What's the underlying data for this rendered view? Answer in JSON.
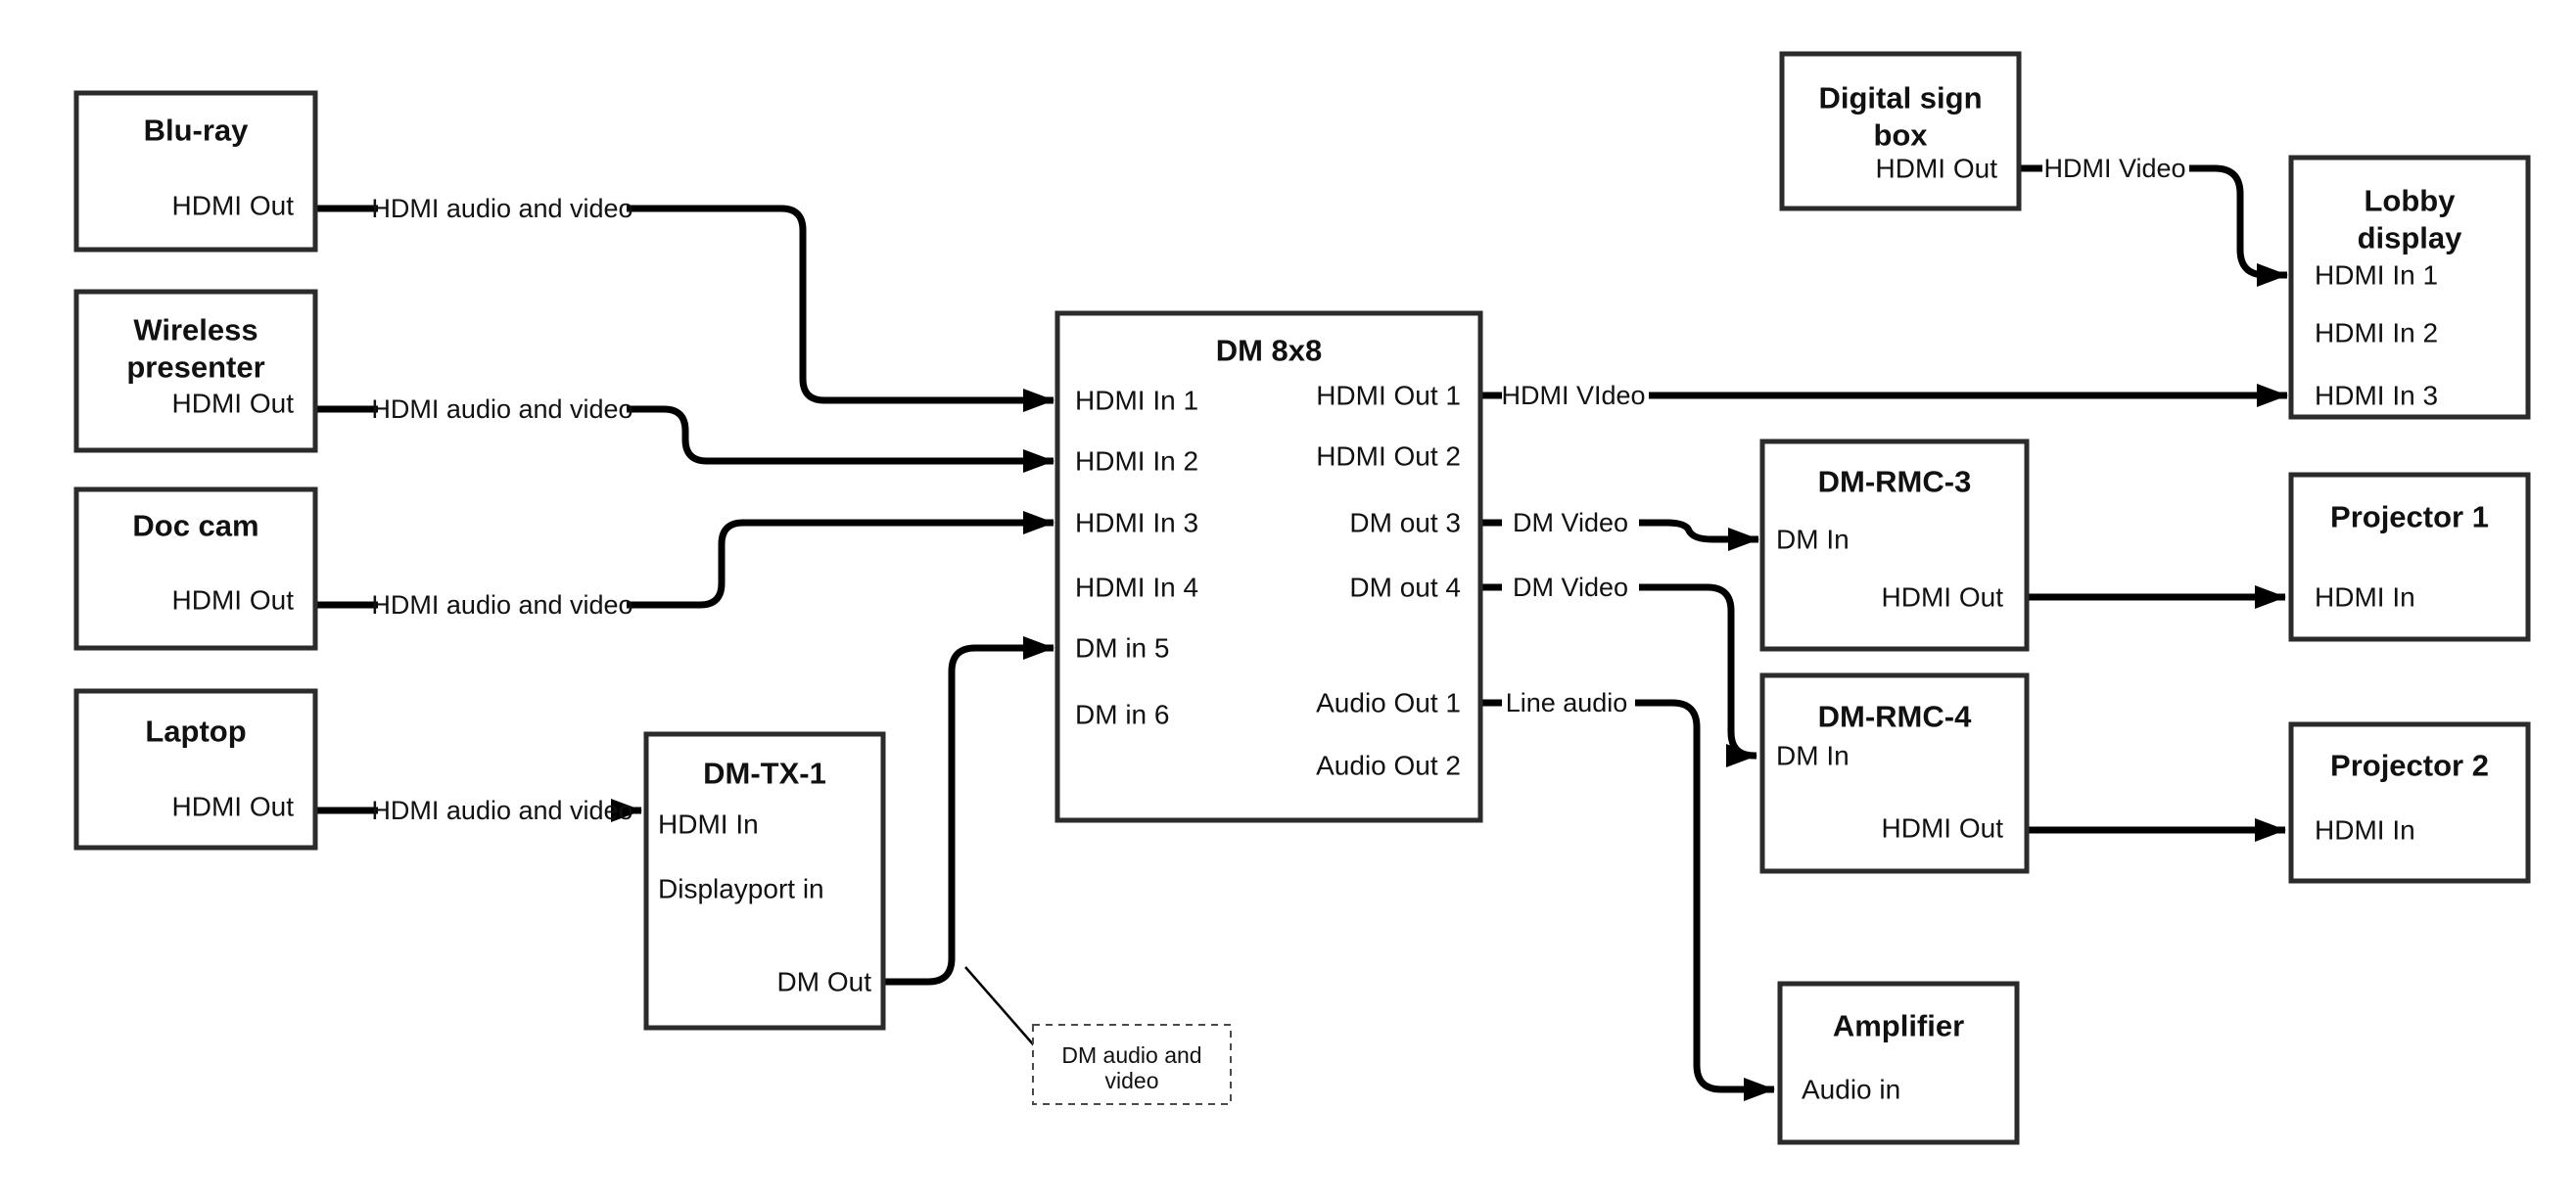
{
  "diagram": {
    "colors": {
      "background": "#ffffff",
      "box_border": "#2b2b2b",
      "box_fill": "#ffffff",
      "wire": "#000000",
      "text": "#111111"
    },
    "nodes": {
      "bluray": {
        "title": "Blu-ray",
        "port_hdmi_out": "HDMI Out"
      },
      "wireless_presenter": {
        "title_line1": "Wireless",
        "title_line2": "presenter",
        "port_hdmi_out": "HDMI Out"
      },
      "doc_cam": {
        "title": "Doc cam",
        "port_hdmi_out": "HDMI Out"
      },
      "laptop": {
        "title": "Laptop",
        "port_hdmi_out": "HDMI Out"
      },
      "dm_tx_1": {
        "title": "DM-TX-1",
        "port_hdmi_in": "HDMI In",
        "port_displayport_in": "Displayport in",
        "port_dm_out": "DM Out"
      },
      "dm_8x8": {
        "title": "DM 8x8",
        "in1": "HDMI In 1",
        "in2": "HDMI In 2",
        "in3": "HDMI In 3",
        "in4": "HDMI In 4",
        "in5": "DM in 5",
        "in6": "DM in 6",
        "out1": "HDMI Out 1",
        "out2": "HDMI Out 2",
        "out3": "DM out 3",
        "out4": "DM out 4",
        "aout1": "Audio Out 1",
        "aout2": "Audio Out 2"
      },
      "digital_sign_box": {
        "title_line1": "Digital sign",
        "title_line2": "box",
        "port_hdmi_out": "HDMI Out"
      },
      "lobby_display": {
        "title_line1": "Lobby",
        "title_line2": "display",
        "in1": "HDMI In 1",
        "in2": "HDMI In 2",
        "in3": "HDMI In 3"
      },
      "dm_rmc_3": {
        "title": "DM-RMC-3",
        "port_dm_in": "DM In",
        "port_hdmi_out": "HDMI Out"
      },
      "projector_1": {
        "title": "Projector 1",
        "port_hdmi_in": "HDMI In"
      },
      "dm_rmc_4": {
        "title": "DM-RMC-4",
        "port_dm_in": "DM In",
        "port_hdmi_out": "HDMI Out"
      },
      "projector_2": {
        "title": "Projector 2",
        "port_hdmi_in": "HDMI In"
      },
      "amplifier": {
        "title": "Amplifier",
        "port_audio_in": "Audio in"
      }
    },
    "wire_labels": {
      "bluray_to_dm8x8": "HDMI audio and video",
      "wireless_to_dm8x8": "HDMI audio and video",
      "doccam_to_dm8x8": "HDMI audio and video",
      "laptop_to_dmtx1": "HDMI audio and video",
      "hdmiout1_to_lobby": "HDMI VIdeo",
      "dmout3_to_rmc3": "DM Video",
      "dmout4_to_rmc4": "DM Video",
      "audioout1_to_amp": "Line audio",
      "digisign_to_lobby": "HDMI Video"
    },
    "note": {
      "line1": "DM audio and",
      "line2": "video"
    }
  }
}
